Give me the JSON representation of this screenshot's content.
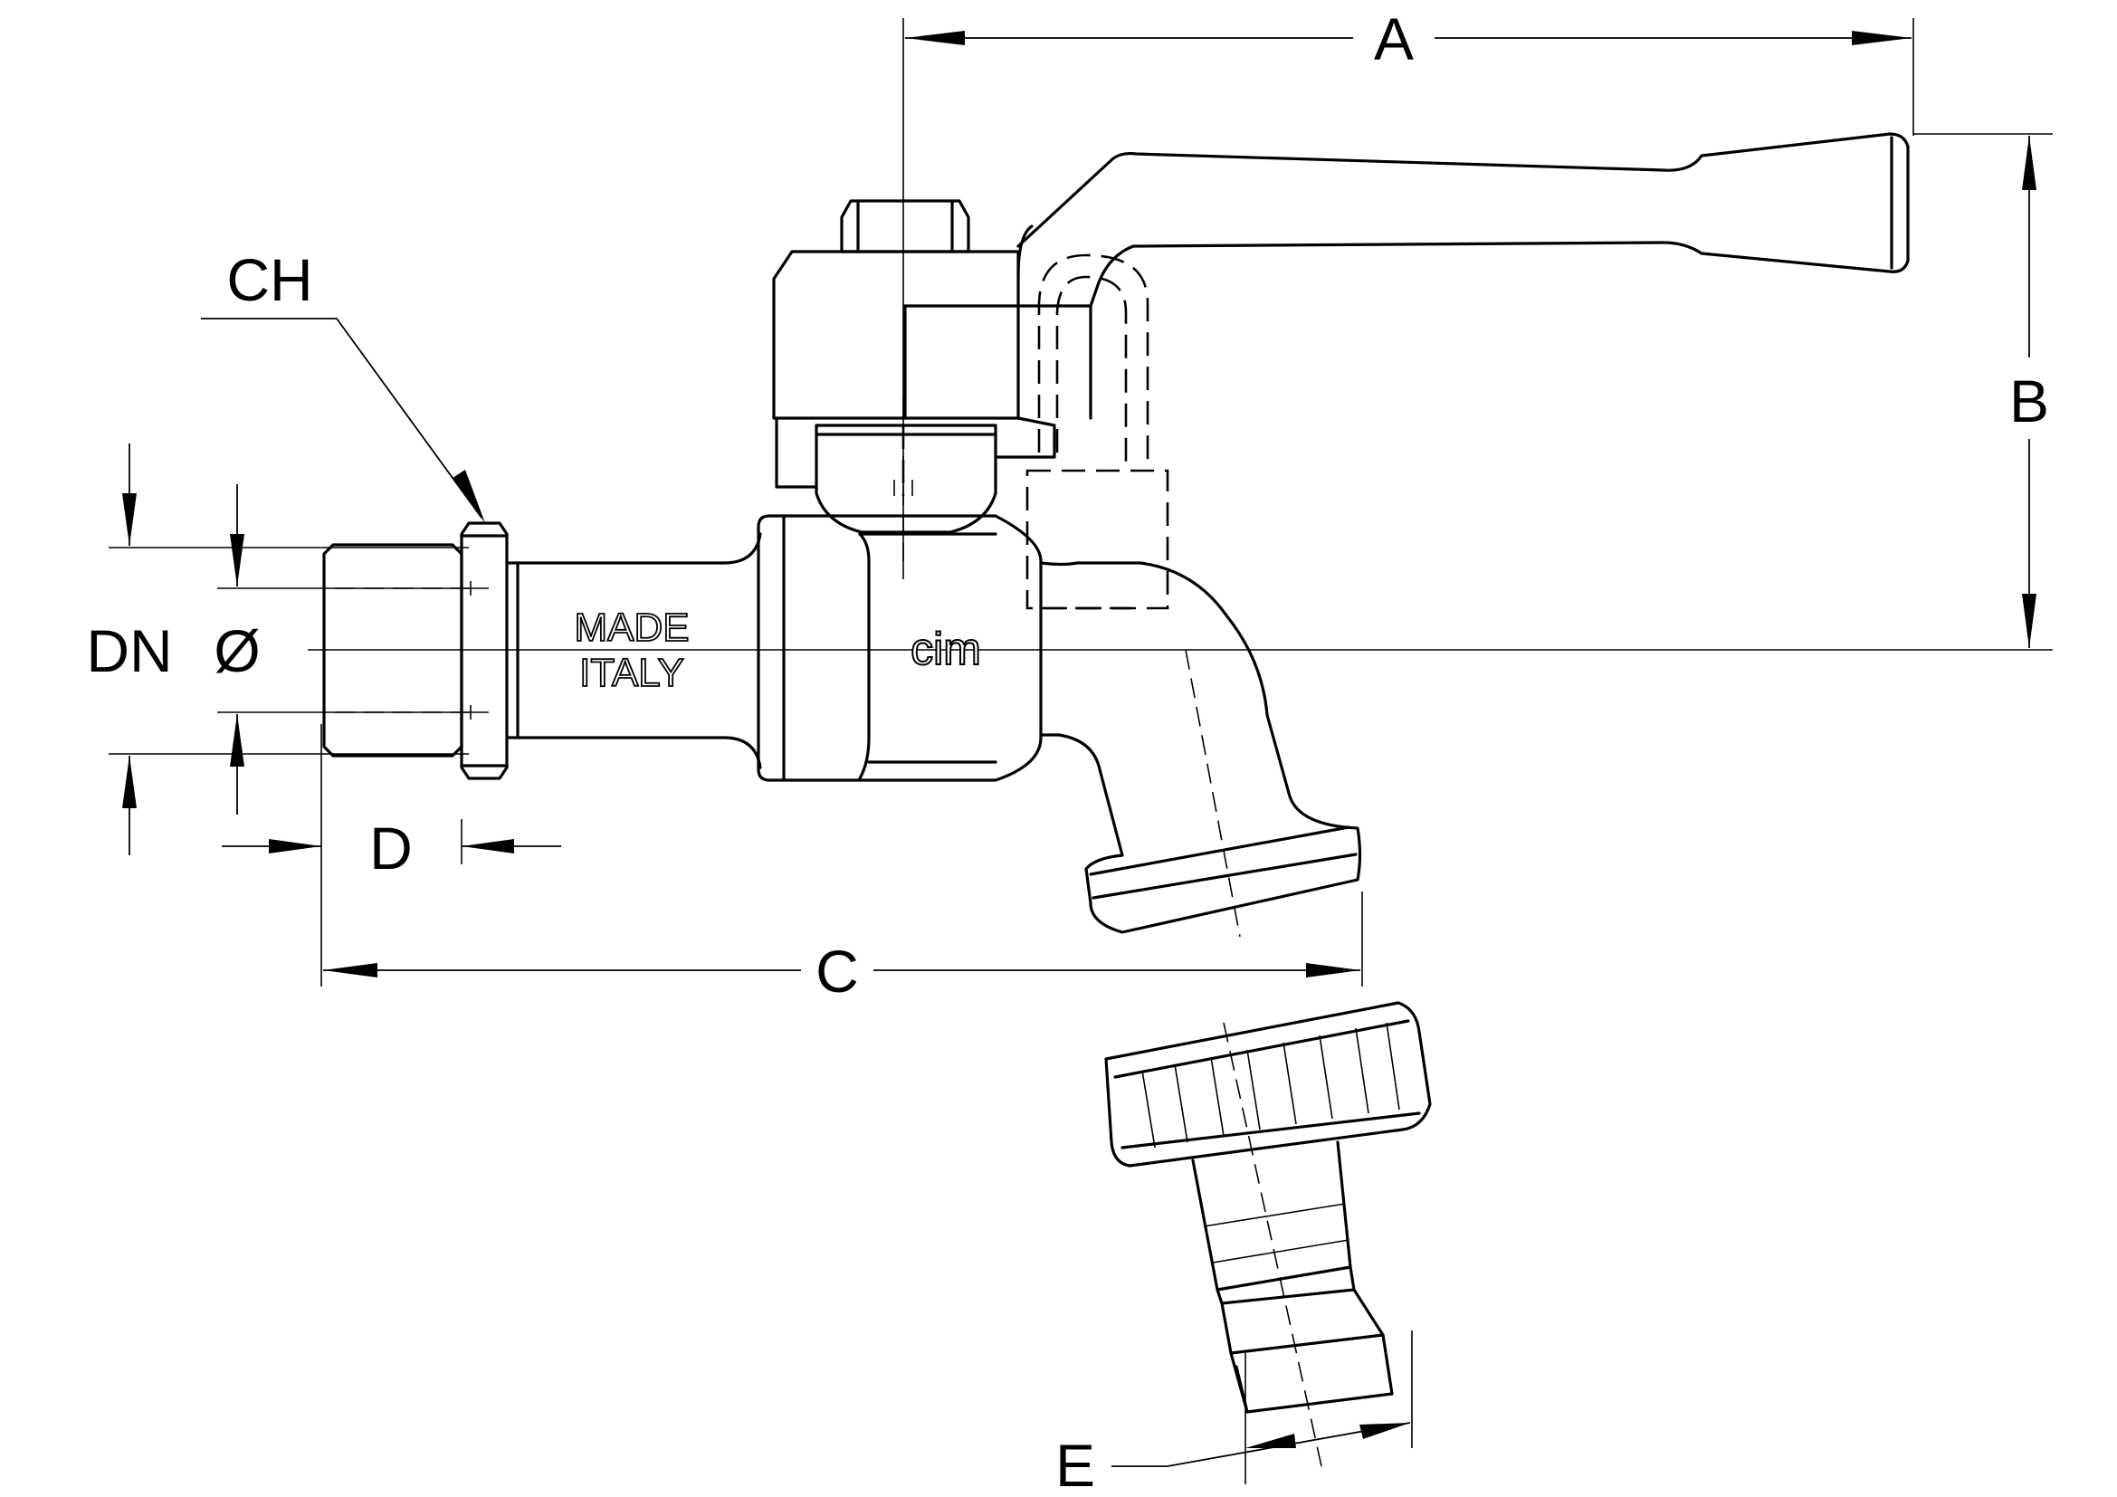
{
  "labels": {
    "a": "A",
    "b": "B",
    "c": "C",
    "d": "D",
    "e": "E",
    "ch": "CH",
    "dn": "DN",
    "diameter": "Ø"
  },
  "markings": {
    "made": "MADE",
    "italy": "ITALY",
    "brand": "cim"
  }
}
